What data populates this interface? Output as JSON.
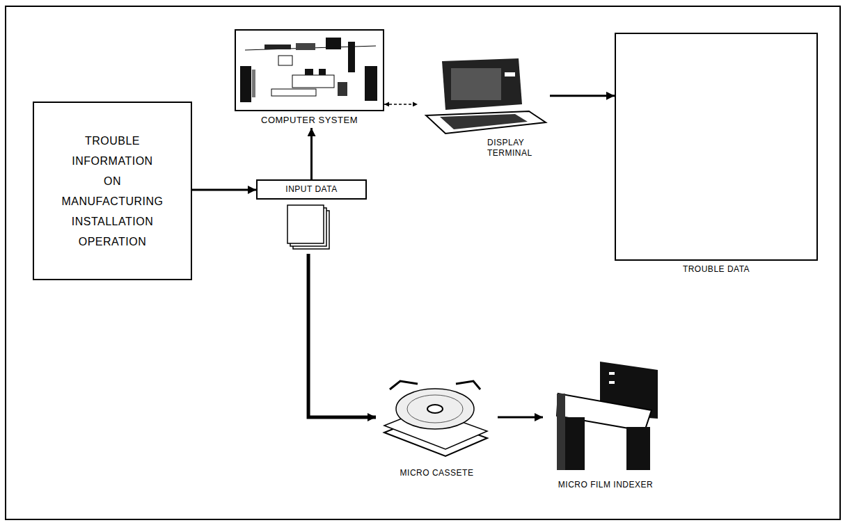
{
  "diagram": {
    "nodes": [
      {
        "text": [
          "TROUBLE INFORMATION ON MANUFACTURING INSTALLATION OPERATION"
        ]
      },
      {
        "text": [
          "INPUT DATA"
        ]
      },
      {
        "text": [
          "COMPUTER SYSTEM"
        ]
      },
      {
        "text": [
          "DISPLAY TERMINAL"
        ]
      },
      {
        "text": [
          "TROUBLE DATA"
        ]
      },
      {
        "text": [
          "MICRO CASSETE"
        ]
      },
      {
        "text": [
          "MICRO FILM INDEXER"
        ]
      }
    ],
    "edges": [
      {
        "from": 0,
        "to": 1,
        "arrow": "to"
      },
      {
        "from": 1,
        "to": 2,
        "arrow": "to"
      },
      {
        "from": 2,
        "to": 3,
        "arrow": "both"
      },
      {
        "from": 3,
        "to": 4,
        "arrow": "to"
      },
      {
        "from": 1,
        "to": 5,
        "arrow": "to"
      },
      {
        "from": 5,
        "to": 6,
        "arrow": "to"
      }
    ]
  }
}
